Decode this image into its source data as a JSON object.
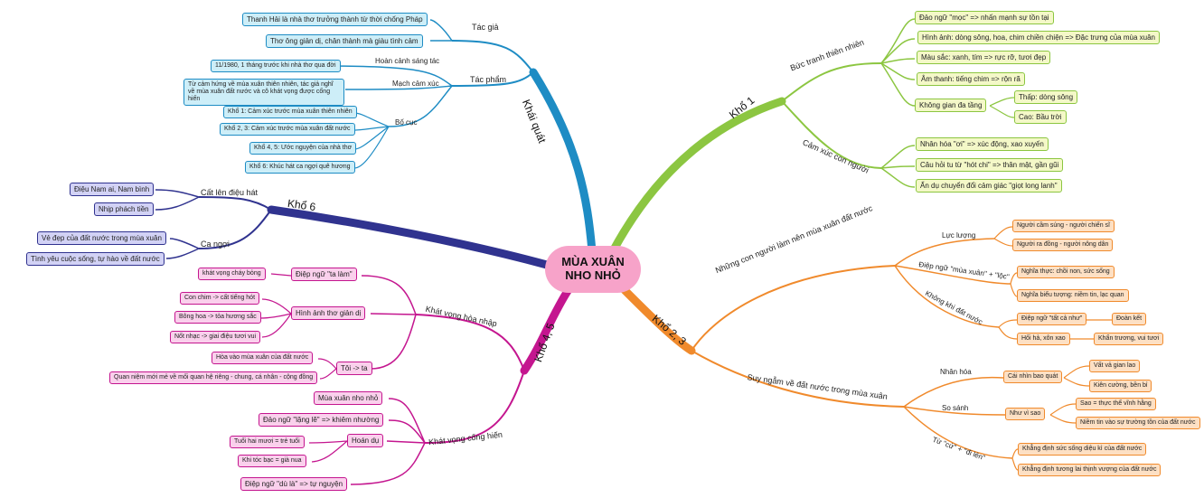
{
  "center": "MÙA XUÂN\nNHO NHỎ",
  "khai_quat": {
    "title": "Khái quát",
    "tac_gia": {
      "label": "Tác giả",
      "items": [
        "Thanh Hải là nhà thơ trưởng thành từ thời chống Pháp",
        "Thơ ông giản dị, chân thành mà giàu tình cảm"
      ]
    },
    "tac_pham": {
      "label": "Tác phẩm",
      "hoan_canh_label": "Hoàn cảnh sáng tác",
      "hoan_canh": "11/1980, 1 tháng trước khi nhà thơ qua đời",
      "mach_label": "Mạch cảm xúc",
      "mach": "Từ cảm hứng về mùa xuân thiên nhiên, tác giả nghĩ về mùa xuân đất nước và cô khát vọng được cống hiến",
      "bo_cuc_label": "Bố cục",
      "bo_cuc": [
        "Khổ 1: Cảm xúc trước mùa xuân thiên nhiên",
        "Khổ 2, 3: Cảm xúc trước mùa xuân đất nước",
        "Khổ 4, 5: Ước nguyện của nhà thơ",
        "Khổ 6: Khúc hát ca ngợi quê hương"
      ]
    }
  },
  "kho6": {
    "title": "Khổ 6",
    "cat_len": {
      "label": "Cất lên điệu hát",
      "items": [
        "Điệu Nam ai, Nam bình",
        "Nhịp phách tiền"
      ]
    },
    "ca_ngoi": {
      "label": "Ca ngợi",
      "items": [
        "Vẻ đẹp của đất nước trong mùa xuân",
        "Tình yêu cuộc sống, tự hào về đất nước"
      ]
    }
  },
  "kho45": {
    "title": "Khổ 4, 5",
    "hoa_nhap": {
      "label": "Khát vọng hòa nhập",
      "diep_ngu": "Điệp ngữ \"ta làm\"",
      "diep_ngu_child": "khát vọng cháy bỏng",
      "hinh_anh": "Hình ảnh thơ giản dị",
      "hinh_anh_items": [
        "Con chim -> cất tiếng hót",
        "Bông hoa -> tỏa hương sắc",
        "Nốt nhạc -> giai điệu tươi vui"
      ],
      "toi_ta": "Tôi -> ta",
      "toi_ta_items": [
        "Hòa vào mùa xuân của đất nước",
        "Quan niệm mới mẻ về mối quan hệ riêng - chung, cá nhân - cộng đồng"
      ]
    },
    "cong_hien": {
      "label": "Khát vọng cống hiến",
      "items": [
        "Mùa xuân nho nhỏ",
        "Đảo ngữ \"lặng lẽ\" => khiêm nhường"
      ],
      "hoan_du": "Hoán dụ",
      "hoan_du_items": [
        "Tuổi hai mươi = trẻ tuổi",
        "Khi tóc bạc = già nua"
      ],
      "last": "Điệp ngữ \"dù là\" => tự nguyện"
    }
  },
  "kho1": {
    "title": "Khổ 1",
    "buc_tranh": {
      "label": "Bức tranh thiên nhiên",
      "items": [
        "Đảo ngữ \"mọc\" => nhấn mạnh sự tồn tại",
        "Hình ảnh: dòng sông, hoa, chim chiền chiện => Đặc trưng của mùa xuân",
        "Màu sắc: xanh, tím => rực rỡ, tươi đẹp",
        "Âm thanh: tiếng chim => rộn rã"
      ],
      "khong_gian": "Không gian đa tầng",
      "khong_gian_items": [
        "Thấp: dòng sông",
        "Cao: Bầu trời"
      ]
    },
    "cam_xuc": {
      "label": "Cảm xúc con người",
      "items": [
        "Nhân hóa \"ơi\" => xúc động, xao xuyến",
        "Câu hỏi tu từ \"hót chi\" => thân mật, gần gũi",
        "Ẩn dụ chuyển đổi cảm giác \"giọt long lanh\""
      ]
    }
  },
  "kho23": {
    "title": "Khổ 2, 3",
    "nhung_con_nguoi": {
      "label": "Những con người làm nên mùa xuân đất nước",
      "luc_luong_label": "Lực lượng",
      "luc_luong": [
        "Người cầm súng - người chiến sĩ",
        "Người ra đồng - người nông dân"
      ],
      "diep_ngu_label": "Điệp ngữ \"mùa xuân\" + \"lộc\"",
      "diep_ngu": [
        "Nghĩa thực: chồi non, sức sống",
        "Nghĩa biểu tượng: niềm tin, lạc quan"
      ],
      "khong_khi_label": "Không khí đất nước",
      "khong_khi": [
        {
          "text": "Điệp ngữ \"tất cả như\"",
          "child": "Đoàn kết"
        },
        {
          "text": "Hối hả, xôn xao",
          "child": "Khẩn trương, vui tươi"
        }
      ]
    },
    "suy_ngam": {
      "label": "Suy ngẫm về đất nước trong mùa xuân",
      "nhan_hoa_label": "Nhân hóa",
      "nhan_hoa": "Cái nhìn bao quát",
      "nhan_hoa_items": [
        "Vất vả gian lao",
        "Kiên cường, bền bỉ"
      ],
      "so_sanh_label": "So sánh",
      "so_sanh": "Như vì sao",
      "so_sanh_items": [
        "Sao = thực thể vĩnh hằng",
        "Niềm tin vào sự trường tồn của đất nước"
      ],
      "tu_cu_label": "Từ \"cứ\" + \"đi lên\"",
      "tu_cu_items": [
        "Khẳng định sức sống diệu kì của đất nước",
        "Khẳng định tương lai thịnh vượng của đất nước"
      ]
    }
  },
  "colors": {
    "blue": "#1e8cc4",
    "green": "#8cc641",
    "orange": "#f08a2c",
    "pink": "#c4168f",
    "purple": "#30338f",
    "center": "#f7a3c9"
  }
}
